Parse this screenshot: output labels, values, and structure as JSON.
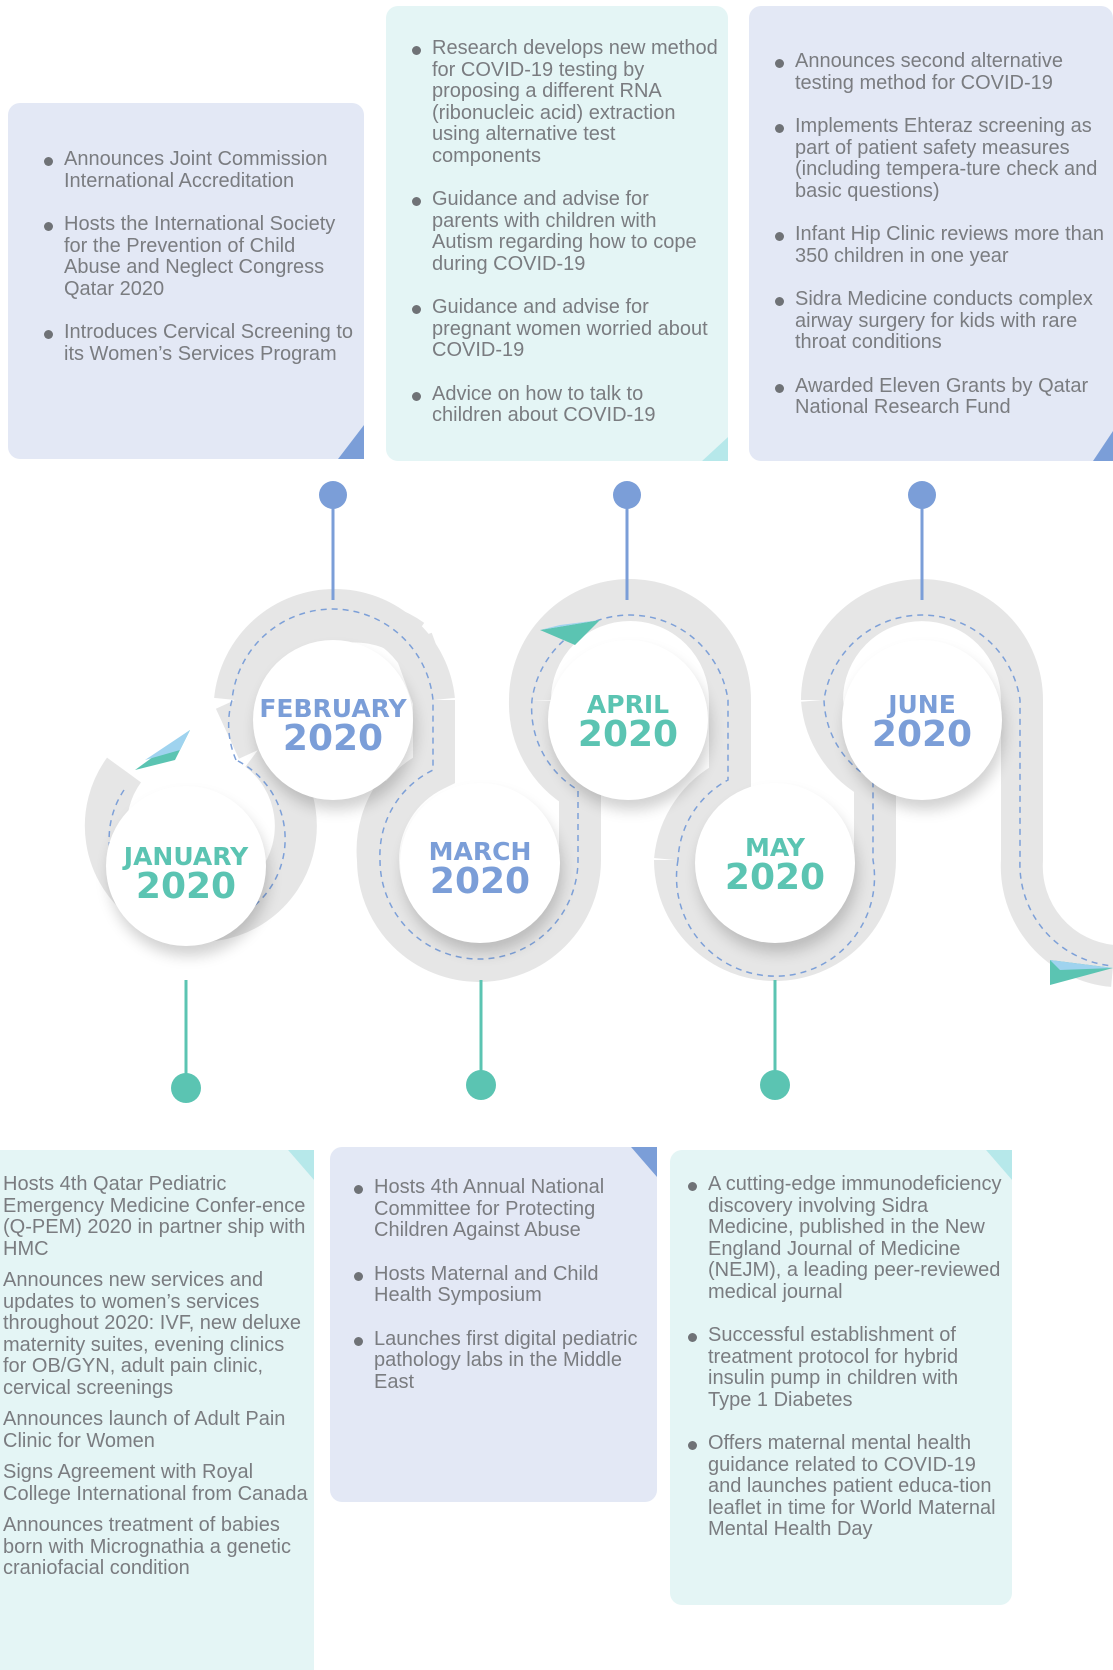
{
  "colors": {
    "blue": "#7b9ed8",
    "teal": "#5bc4b2",
    "road": "#e6e6e6",
    "box_blue": "#e3e8f5",
    "box_mint": "#e4f5f5"
  },
  "months": [
    {
      "month": "JANUARY",
      "year": "2020",
      "color": "teal"
    },
    {
      "month": "FEBRUARY",
      "year": "2020",
      "color": "blue"
    },
    {
      "month": "MARCH",
      "year": "2020",
      "color": "blue"
    },
    {
      "month": "APRIL",
      "year": "2020",
      "color": "teal"
    },
    {
      "month": "MAY",
      "year": "2020",
      "color": "teal"
    },
    {
      "month": "JUNE",
      "year": "2020",
      "color": "blue"
    }
  ],
  "january": [
    "Hosts 4th Qatar Pediatric Emergency Medicine Confer-ence (Q-PEM) 2020 in partner ship with HMC",
    "Announces new services and updates to women’s services throughout 2020: IVF, new deluxe maternity suites, evening clinics for OB/GYN, adult pain clinic, cervical screenings",
    "Announces launch of Adult Pain Clinic for Women",
    "Signs Agreement with Royal College International from Canada",
    "Announces treatment of babies born with Micrognathia a genetic craniofacial condition"
  ],
  "february": [
    "Announces Joint Commission International Accreditation",
    "Hosts the International Society for the Prevention of Child Abuse and Neglect Congress Qatar 2020",
    "Introduces Cervical Screening to its Women’s Services Program"
  ],
  "march": [
    "Hosts 4th Annual National Committee for Protecting Children Against Abuse",
    "Hosts Maternal and Child Health Symposium",
    "Launches first digital pediatric pathology labs in the Middle East"
  ],
  "april": [
    "Research develops new method for COVID-19 testing by proposing a different RNA (ribonucleic acid) extraction using alternative test components",
    "Guidance and advise for parents with children with Autism regarding how to cope during COVID-19",
    "Guidance and advise for pregnant women worried about COVID-19",
    "Advice on how to talk to children about COVID-19"
  ],
  "may": [
    "A cutting-edge immunodeficiency discovery involving Sidra Medicine, published in the New England Journal of Medicine (NEJM), a leading peer-reviewed medical journal",
    "Successful establishment of treatment protocol for hybrid insulin pump in children with Type 1 Diabetes",
    "Offers maternal mental health guidance related to COVID-19 and launches patient educa-tion leaflet in time for World Maternal Mental Health Day"
  ],
  "june": [
    "Announces second alternative testing method for COVID-19",
    "Implements Ehteraz screening as part of patient safety measures (including tempera-ture check and basic questions)",
    "Infant Hip Clinic reviews more than 350 children in one year",
    "Sidra Medicine conducts complex airway surgery for kids with rare throat conditions",
    "Awarded Eleven Grants by Qatar National Research Fund"
  ]
}
